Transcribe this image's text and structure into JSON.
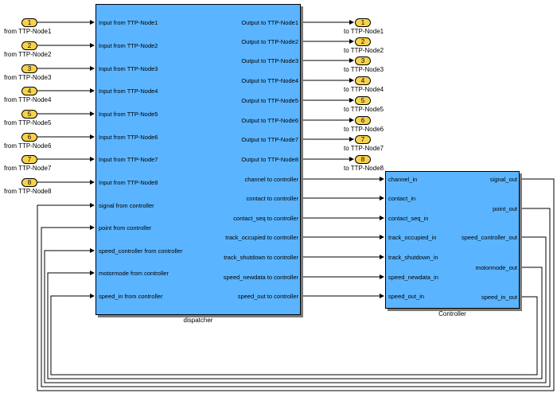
{
  "dispatcher": {
    "name": "dispatcher",
    "inputs": [
      "Input  from TTP-Node1",
      "Input  from TTP-Node2",
      "Input  from TTP-Node3",
      "Input  from TTP-Node4",
      "Input  from TTP-Node5",
      "Input  from TTP-Node6",
      "Input  from TTP-Node7",
      "Input  from TTP-Node8",
      "signal  from controller",
      "point from controller",
      "speed_controller from controller",
      "motormode from controller",
      "speed_in from controller"
    ],
    "outputs": [
      "Output to TTP-Node1",
      "Output to TTP-Node2",
      "Output to TTP-Node3",
      "Output to TTP-Node4",
      "Output to TTP-Node5",
      "Output to TTP-Node6",
      "Output to TTP-Node7",
      "Output to TTP-Node8",
      "channel to controller",
      "contact to controller",
      "contact_seq to controller",
      "track_occupied to controller",
      "track_shutdown to controller",
      "speed_newdata to controller",
      "speed_out to controller"
    ]
  },
  "controller": {
    "name": "Controller",
    "inputs": [
      "channel_in",
      "contact_in",
      "contact_seq_in",
      "track_occupied_in",
      "track_shutdown_in",
      "speed_newdata_in",
      "speed_out_in"
    ],
    "outputs": [
      "signal_out",
      "point_out",
      "speed_controller_out",
      "motormode_out",
      "speed_in_out"
    ]
  },
  "inports": [
    {
      "num": "1",
      "label": "from TTP-Node1"
    },
    {
      "num": "2",
      "label": "from TTP-Node2"
    },
    {
      "num": "3",
      "label": "from TTP-Node3"
    },
    {
      "num": "4",
      "label": "from TTP-Node4"
    },
    {
      "num": "5",
      "label": "from TTP-Node5"
    },
    {
      "num": "6",
      "label": "from TTP-Node6"
    },
    {
      "num": "7",
      "label": "from TTP-Node7"
    },
    {
      "num": "8",
      "label": "from TTP-Node8"
    }
  ],
  "outports": [
    {
      "num": "1",
      "label": "to TTP-Node1"
    },
    {
      "num": "2",
      "label": "to TTP-Node2"
    },
    {
      "num": "3",
      "label": "to TTP-Node3"
    },
    {
      "num": "4",
      "label": "to TTP-Node4"
    },
    {
      "num": "5",
      "label": "to TTP-Node5"
    },
    {
      "num": "6",
      "label": "to TTP-Node6"
    },
    {
      "num": "7",
      "label": "to TTP-Node7"
    },
    {
      "num": "8",
      "label": "to TTP-Node8"
    }
  ]
}
